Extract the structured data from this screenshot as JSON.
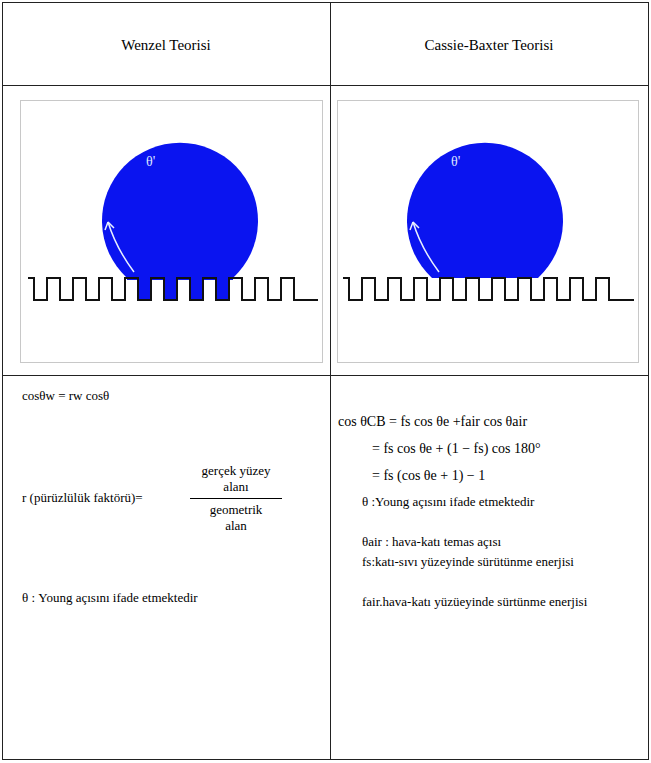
{
  "diagram": {
    "labels": [
      "Wenzel Teorisi",
      "Cassie-Baxter Teorisi",
      "θ'",
      "θ'",
      "cosθw = rw cosθ",
      "r (pürüzlülük faktörü)=",
      "gerçek yüzey alanı",
      "geometrik alan",
      "θ : Young açısını ifade etmektedir",
      "cos θCB = fs cos θe +fair cos θair",
      "= fs cos θe + (1 − fs) cos 180°",
      "= fs (cos θe + 1) − 1",
      "θ :Young açısını ifade etmektedir",
      "θair : hava-katı temas açısı",
      "fs:katı-sıvı yüzeyinde sürütünme enerjisi",
      "fair.hava-katı yüzüeyinde sürtünme enerjisi"
    ]
  }
}
